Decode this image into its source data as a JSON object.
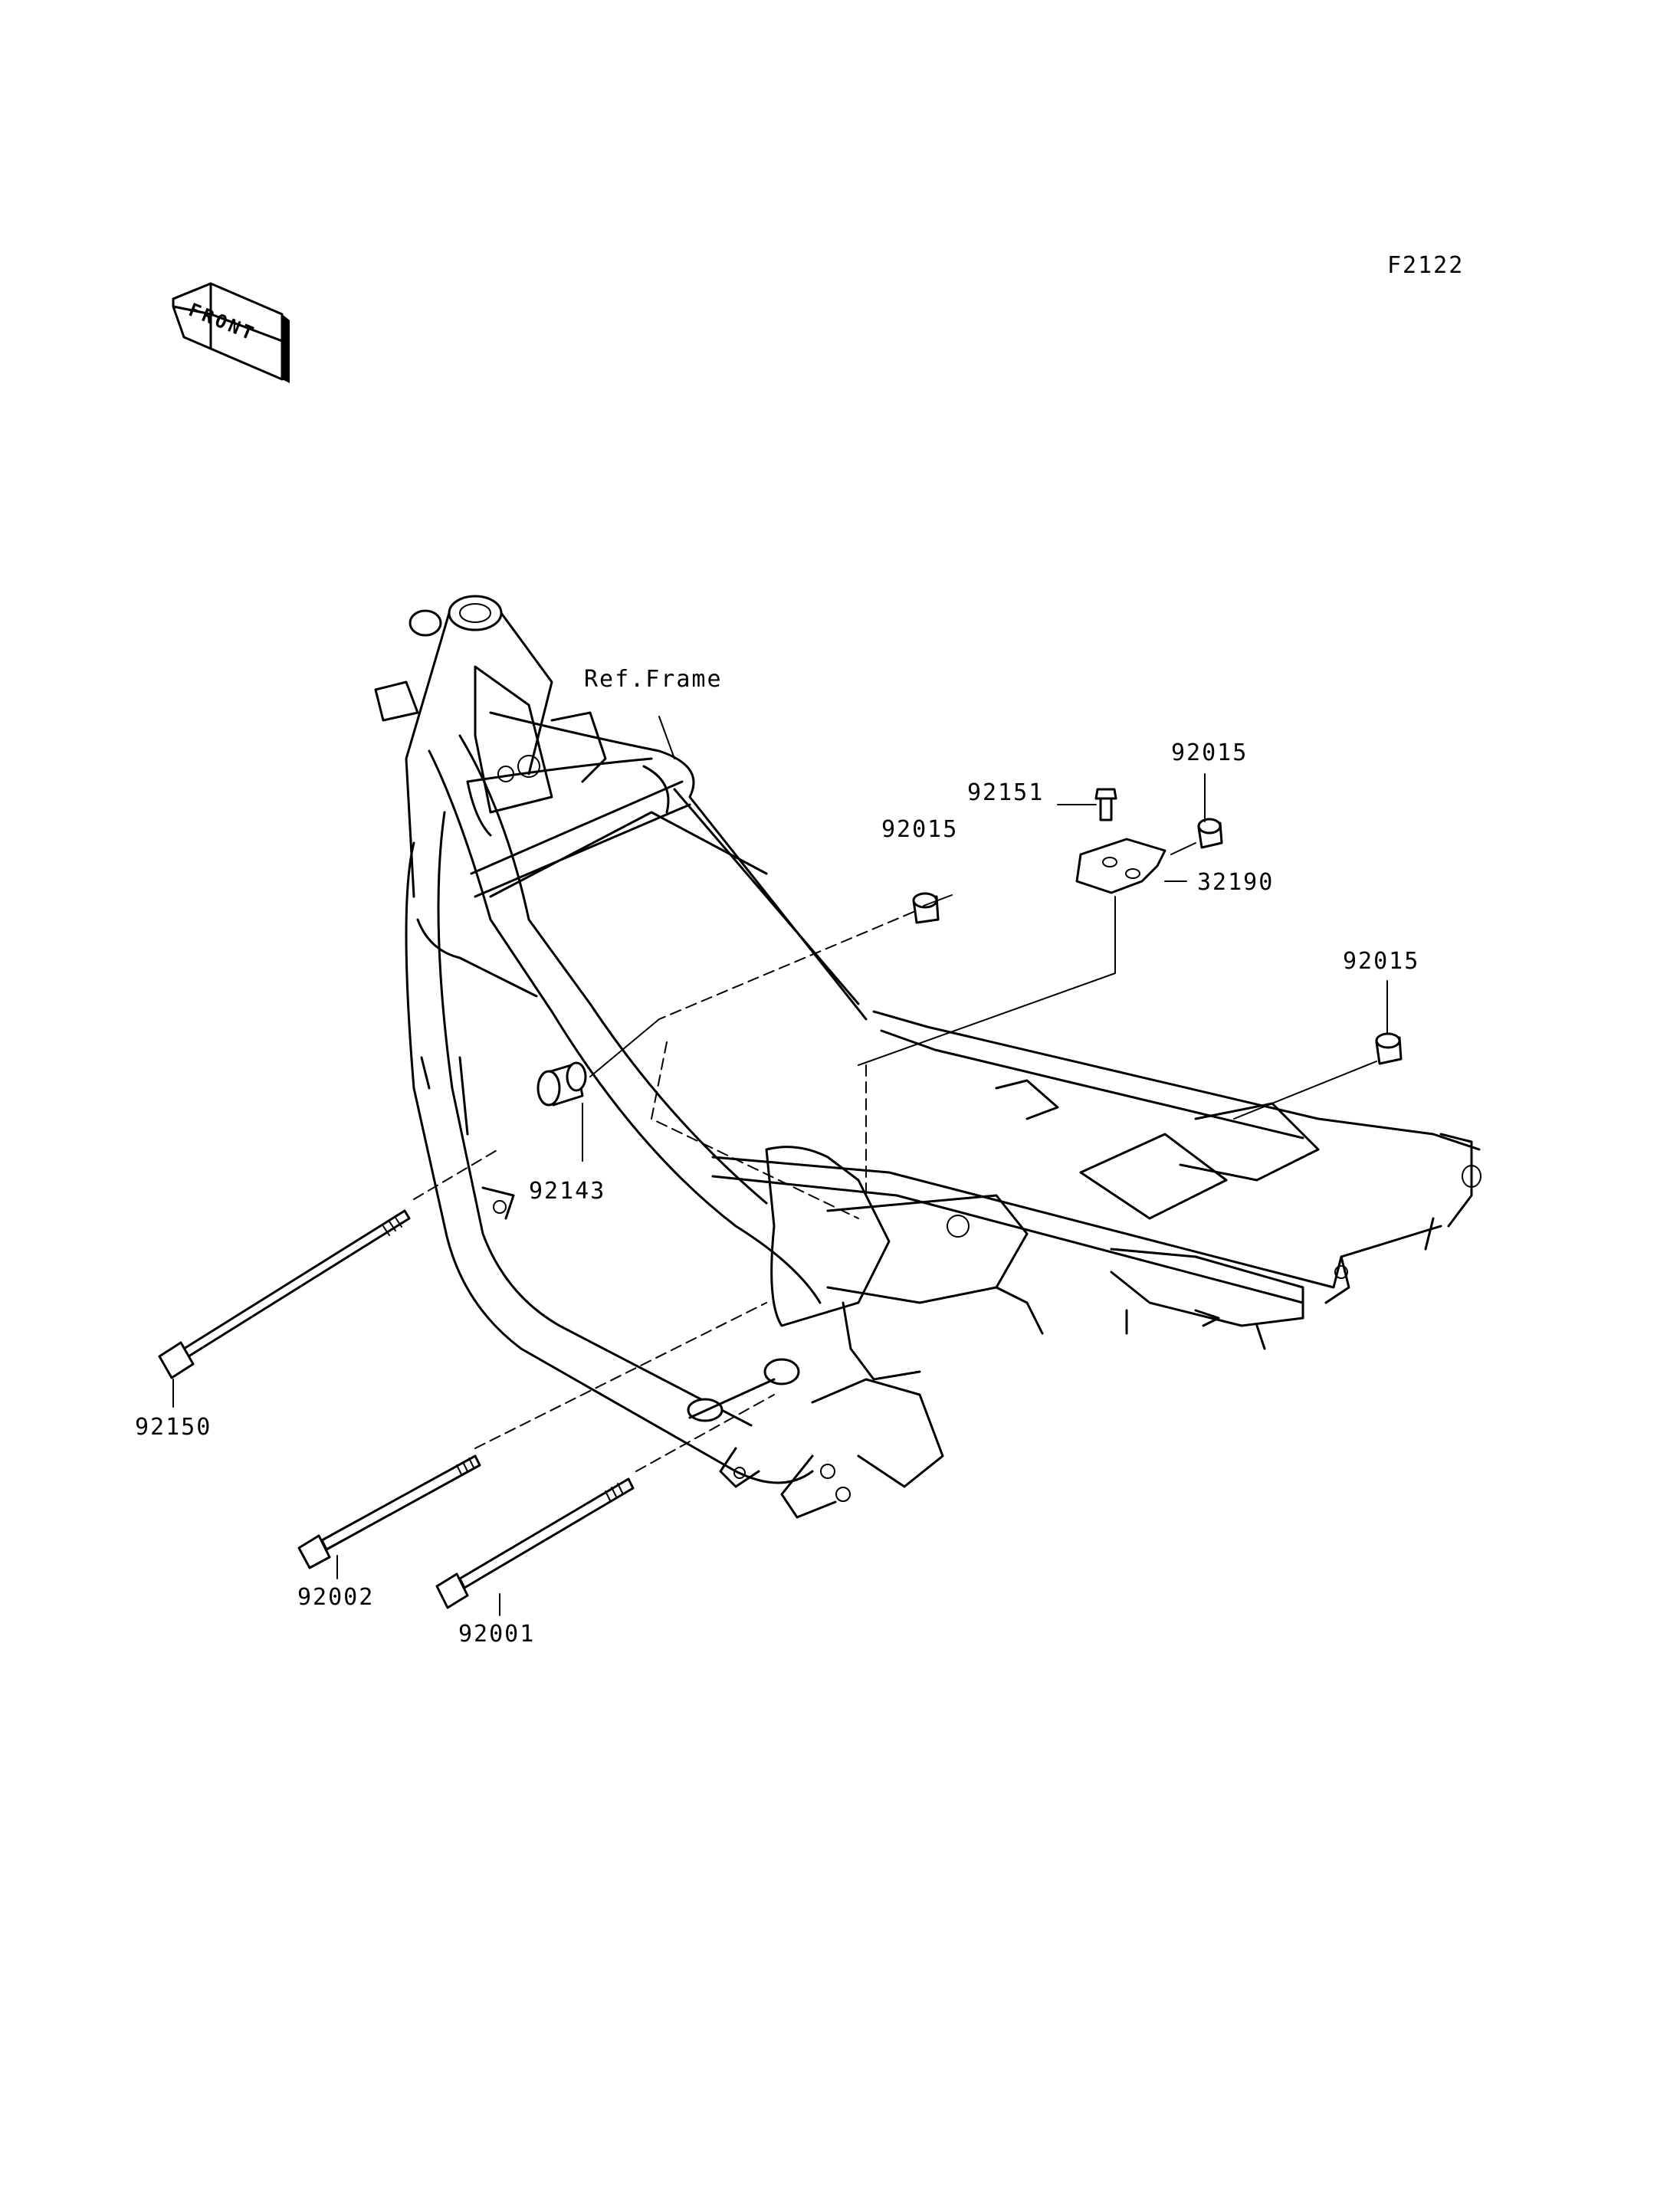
{
  "diagram_code": "F2122",
  "front_arrow_text": "FRONT",
  "reference_label": "Ref.Frame",
  "parts": [
    {
      "id": "p92151",
      "number": "92151"
    },
    {
      "id": "p92015a",
      "number": "92015"
    },
    {
      "id": "p92015b",
      "number": "92015"
    },
    {
      "id": "p32190",
      "number": "32190"
    },
    {
      "id": "p92015c",
      "number": "92015"
    },
    {
      "id": "p92143",
      "number": "92143"
    },
    {
      "id": "p92150",
      "number": "92150"
    },
    {
      "id": "p92002",
      "number": "92002"
    },
    {
      "id": "p92001",
      "number": "92001"
    }
  ]
}
